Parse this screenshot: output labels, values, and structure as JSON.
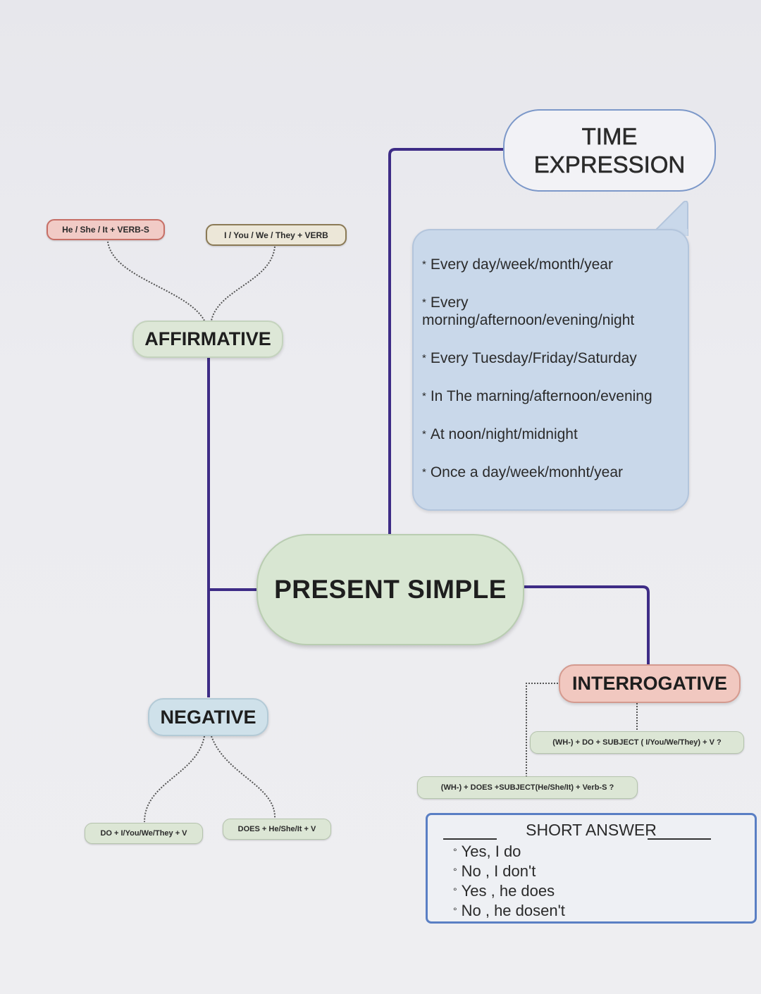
{
  "center": {
    "label": "PRESENT SIMPLE"
  },
  "time_expression": {
    "title_line1": "TIME",
    "title_line2": "EXPRESSION",
    "bullet": "*",
    "items": [
      "Every day/week/month/year",
      "Every morning/afternoon/evening/night",
      "Every Tuesday/Friday/Saturday",
      "In The marning/afternoon/evening",
      "At noon/night/midnight",
      "Once a day/week/monht/year"
    ]
  },
  "affirmative": {
    "label": "AFFIRMATIVE",
    "he_she_it": "He / She /  It + VERB-S",
    "i_you_we_they": "I / You / We / They  + VERB"
  },
  "negative": {
    "label": "NEGATIVE",
    "do_rule": "DO + I/You/We/They + V",
    "does_rule": "DOES + He/She/It + V"
  },
  "interrogative": {
    "label": "INTERROGATIVE",
    "do_rule": "(WH-) + DO + SUBJECT ( I/You/We/They) + V ?",
    "does_rule": "(WH-) + DOES +SUBJECT(He/She/It) + Verb-S ?"
  },
  "short_answer": {
    "title": "SHORT ANSWER",
    "bullet": "°",
    "items": [
      "Yes, I do",
      "No , I don't",
      "Yes , he does",
      "No , he dosen't"
    ]
  },
  "colors": {
    "connector": "#3e2c86",
    "dotted": "#555555"
  }
}
